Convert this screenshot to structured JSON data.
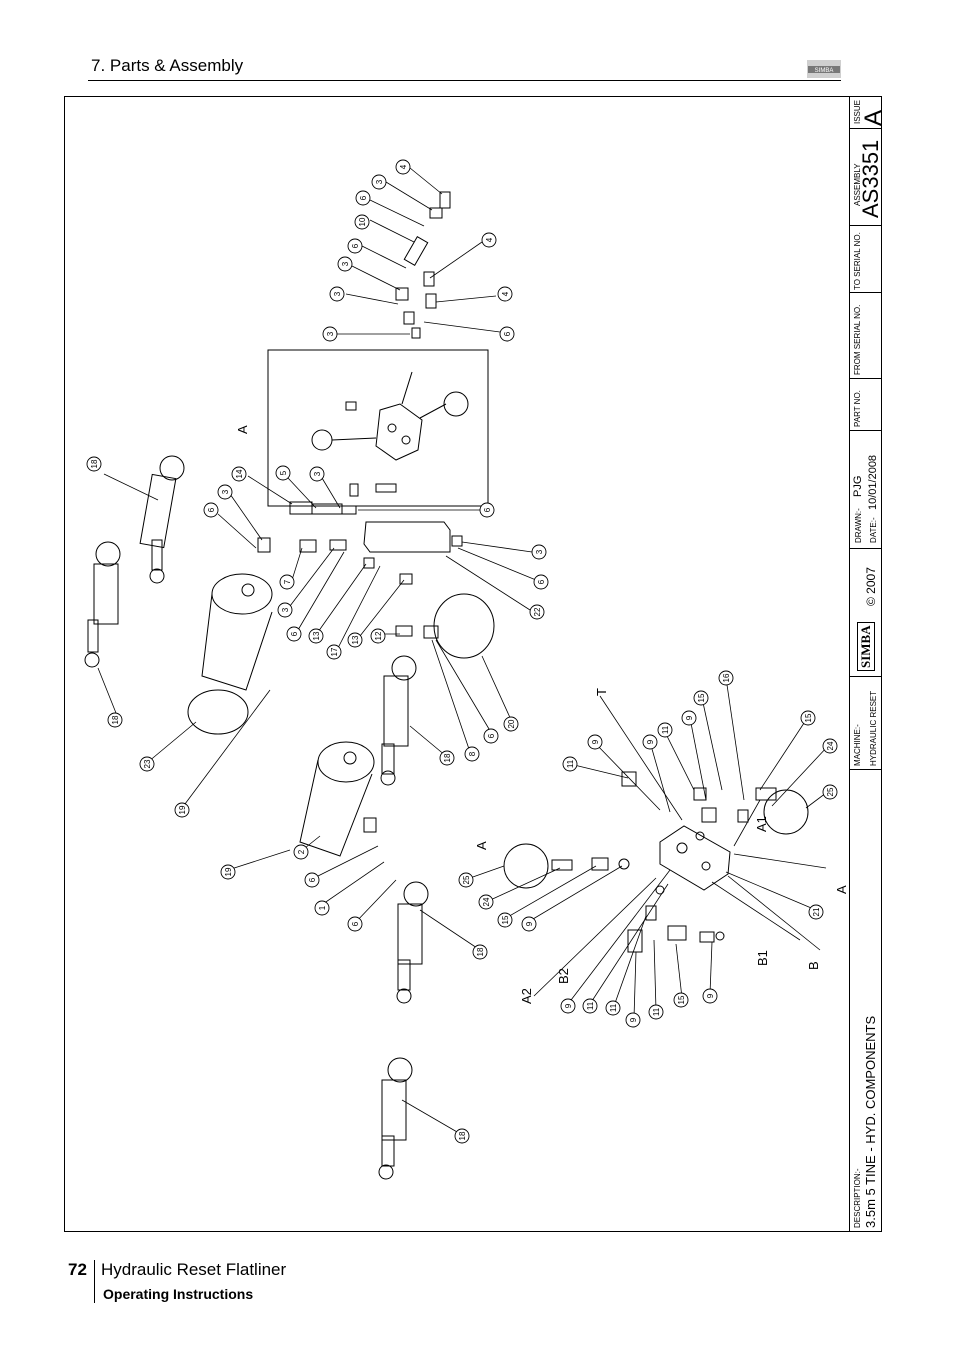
{
  "header": {
    "section_title": "7. Parts & Assembly",
    "logo_text": "SIMBA"
  },
  "title_block": {
    "issue_label": "ISSUE",
    "issue_value": "A",
    "assembly_label": "ASSEMBLY",
    "assembly_value": "AS3351",
    "to_serial_label": "TO SERIAL NO.",
    "from_serial_label": "FROM SERIAL NO.",
    "part_no_label": "PART NO.",
    "drawn_label": "DRAWN:-",
    "drawn_value": "PJG",
    "date_label": "DATE:-",
    "date_value": "10/01/2008",
    "brand": "SIMBA",
    "copyright": "© 2007",
    "machine_label": "MACHINE:-",
    "machine_value": "HYDRAULIC RESET",
    "description_label": "DESCRIPTION:-",
    "description_value": "3.5m 5 TINE - HYD. COMPONENTS"
  },
  "callouts": {
    "c1": "4",
    "c2": "3",
    "c3": "6",
    "c4": "10",
    "c5": "6",
    "c6": "3",
    "c7": "4",
    "c8": "3",
    "c9": "4",
    "c10": "3",
    "c11": "6",
    "c12": "18",
    "c13": "3",
    "c14": "14",
    "c15": "6",
    "c16": "5",
    "c17": "3",
    "c18": "6",
    "c19": "3",
    "c20": "7",
    "c21": "3",
    "c22": "6",
    "c23": "6",
    "c24": "13",
    "c25": "17",
    "c26": "13",
    "c27": "12",
    "c28": "22",
    "c29": "18",
    "c30": "23",
    "c31": "19",
    "c32": "18",
    "c33": "8",
    "c34": "6",
    "c35": "20",
    "c36": "19",
    "c37": "2",
    "c38": "6",
    "c39": "1",
    "c40": "6",
    "c41": "18",
    "c42": "25",
    "c43": "24",
    "c44": "15",
    "c45": "9",
    "c46": "11",
    "c47": "9",
    "c48": "9",
    "c49": "11",
    "c50": "9",
    "c51": "15",
    "c52": "16",
    "c53": "15",
    "c54": "24",
    "c55": "25",
    "c56": "21",
    "c57": "9",
    "c58": "11",
    "c59": "11",
    "c60": "9",
    "c61": "11",
    "c62": "15",
    "c63": "9",
    "c64": "18"
  },
  "port_labels": {
    "a_top": "A",
    "a_left": "A",
    "a_right": "A",
    "t": "T",
    "a1": "A1",
    "a2": "A2",
    "b2": "B2",
    "b1": "B1",
    "b": "B"
  },
  "footer": {
    "page_number": "72",
    "title": "Hydraulic Reset Flatliner",
    "subtitle": "Operating Instructions"
  }
}
